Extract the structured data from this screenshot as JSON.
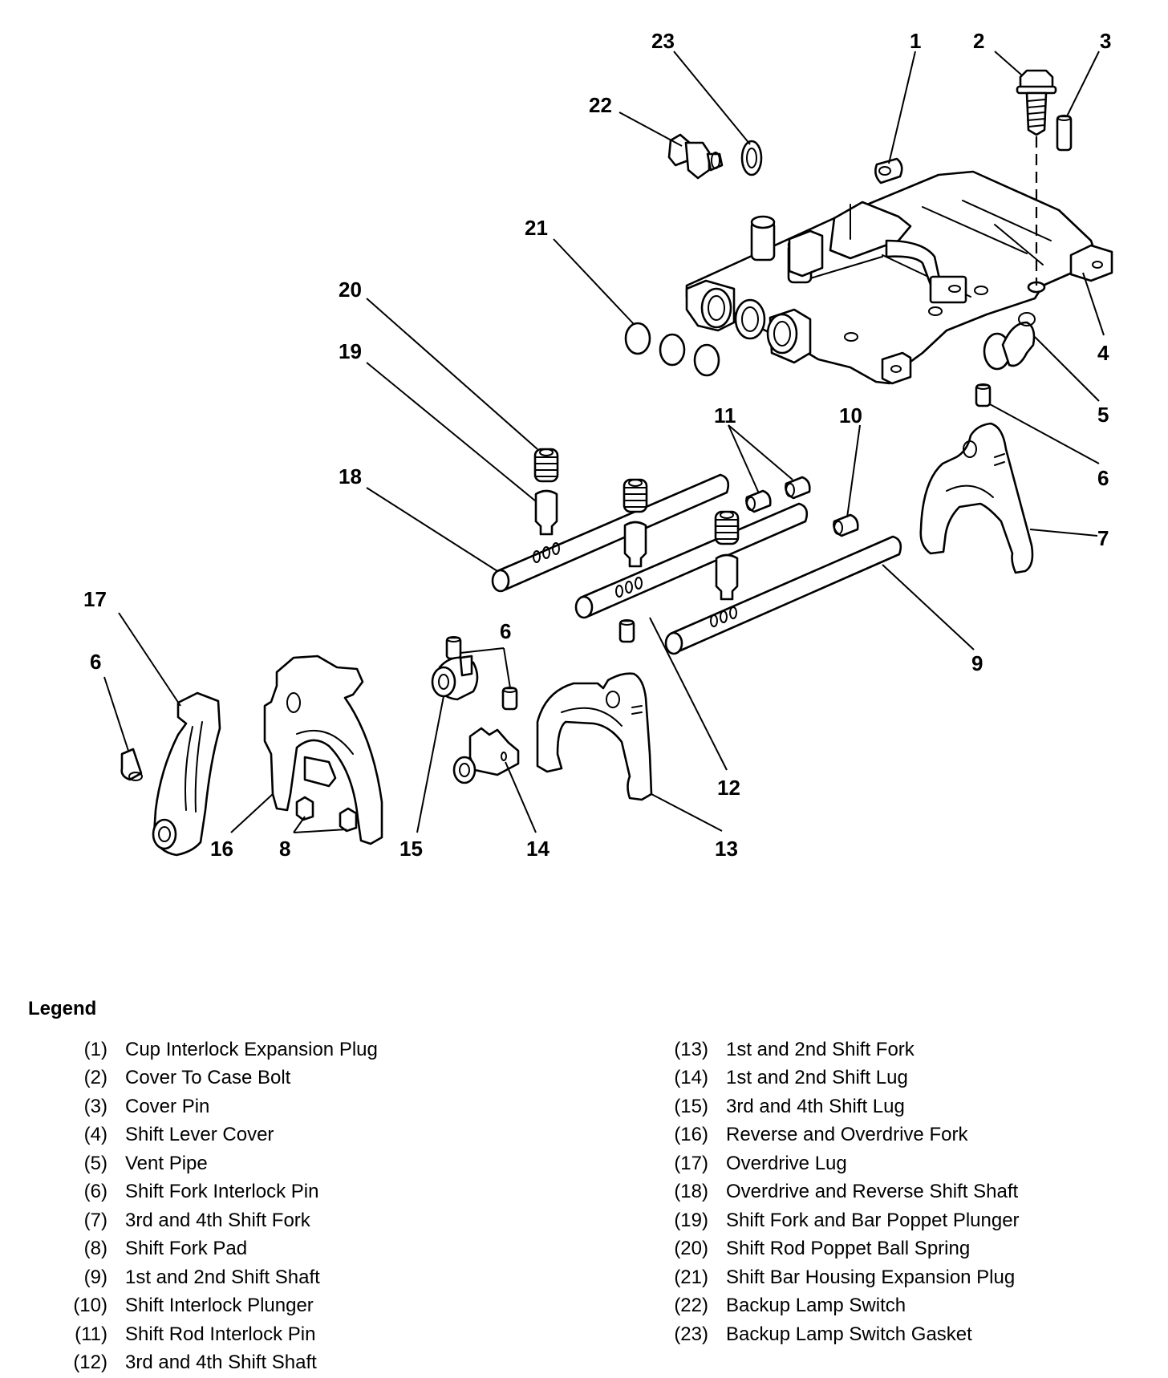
{
  "diagram": {
    "title": "Shift cover and shift fork assembly (exploded view)",
    "callouts": [
      {
        "id": "c23",
        "label": "23"
      },
      {
        "id": "c22",
        "label": "22"
      },
      {
        "id": "c1",
        "label": "1"
      },
      {
        "id": "c2",
        "label": "2"
      },
      {
        "id": "c3",
        "label": "3"
      },
      {
        "id": "c21",
        "label": "21"
      },
      {
        "id": "c20",
        "label": "20"
      },
      {
        "id": "c19",
        "label": "19"
      },
      {
        "id": "c18",
        "label": "18"
      },
      {
        "id": "c4",
        "label": "4"
      },
      {
        "id": "c5",
        "label": "5"
      },
      {
        "id": "c6a",
        "label": "6"
      },
      {
        "id": "c7",
        "label": "7"
      },
      {
        "id": "c11",
        "label": "11"
      },
      {
        "id": "c10",
        "label": "10"
      },
      {
        "id": "c9",
        "label": "9"
      },
      {
        "id": "c12",
        "label": "12"
      },
      {
        "id": "c13",
        "label": "13"
      },
      {
        "id": "c14",
        "label": "14"
      },
      {
        "id": "c15",
        "label": "15"
      },
      {
        "id": "c8",
        "label": "8"
      },
      {
        "id": "c16",
        "label": "16"
      },
      {
        "id": "c17",
        "label": "17"
      },
      {
        "id": "c6b",
        "label": "6"
      },
      {
        "id": "c6c",
        "label": "6"
      }
    ]
  },
  "legend": {
    "title": "Legend",
    "left": [
      {
        "num": "(1)",
        "text": "Cup Interlock Expansion Plug"
      },
      {
        "num": "(2)",
        "text": "Cover To Case Bolt"
      },
      {
        "num": "(3)",
        "text": "Cover Pin"
      },
      {
        "num": "(4)",
        "text": "Shift Lever Cover"
      },
      {
        "num": "(5)",
        "text": "Vent Pipe"
      },
      {
        "num": "(6)",
        "text": "Shift Fork Interlock Pin"
      },
      {
        "num": "(7)",
        "text": "3rd and 4th Shift Fork"
      },
      {
        "num": "(8)",
        "text": "Shift Fork Pad"
      },
      {
        "num": "(9)",
        "text": "1st and 2nd Shift Shaft"
      },
      {
        "num": "(10)",
        "text": "Shift Interlock Plunger"
      },
      {
        "num": "(11)",
        "text": "Shift Rod Interlock Pin"
      },
      {
        "num": "(12)",
        "text": "3rd and 4th Shift Shaft"
      }
    ],
    "right": [
      {
        "num": "(13)",
        "text": "1st and 2nd Shift Fork"
      },
      {
        "num": "(14)",
        "text": "1st and 2nd Shift Lug"
      },
      {
        "num": "(15)",
        "text": "3rd and 4th Shift Lug"
      },
      {
        "num": "(16)",
        "text": "Reverse and Overdrive Fork"
      },
      {
        "num": "(17)",
        "text": "Overdrive Lug"
      },
      {
        "num": "(18)",
        "text": "Overdrive and Reverse Shift Shaft"
      },
      {
        "num": "(19)",
        "text": "Shift Fork and Bar Poppet Plunger"
      },
      {
        "num": "(20)",
        "text": "Shift Rod Poppet Ball Spring"
      },
      {
        "num": "(21)",
        "text": "Shift Bar Housing Expansion Plug"
      },
      {
        "num": "(22)",
        "text": "Backup Lamp Switch"
      },
      {
        "num": "(23)",
        "text": "Backup Lamp Switch Gasket"
      }
    ]
  }
}
